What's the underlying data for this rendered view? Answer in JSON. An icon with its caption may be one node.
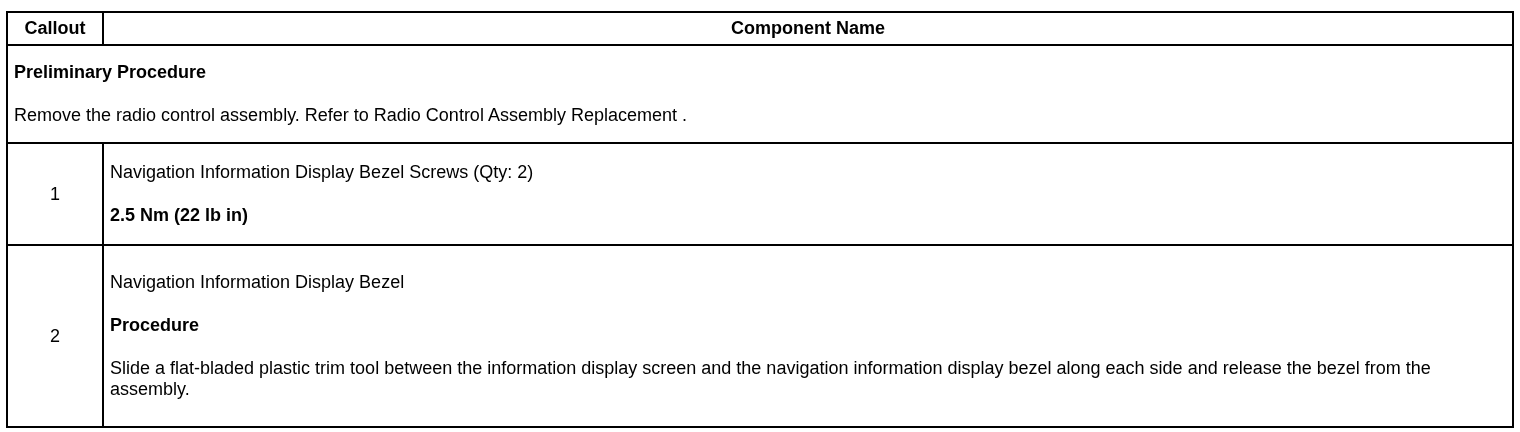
{
  "diagram": {
    "labels": [
      "Callout",
      "Component Name",
      "Preliminary Procedure",
      "Remove the radio control assembly. Refer to Radio Control Assembly Replacement .",
      "1",
      "Navigation Information Display Bezel Screws (Qty: 2)",
      "2.5 Nm (22 lb in)",
      "2",
      "Navigation Information Display Bezel",
      "Procedure",
      "Slide a flat-bladed plastic trim tool between the information display screen and the navigation information display bezel along each side and release the bezel from the assembly."
    ]
  }
}
